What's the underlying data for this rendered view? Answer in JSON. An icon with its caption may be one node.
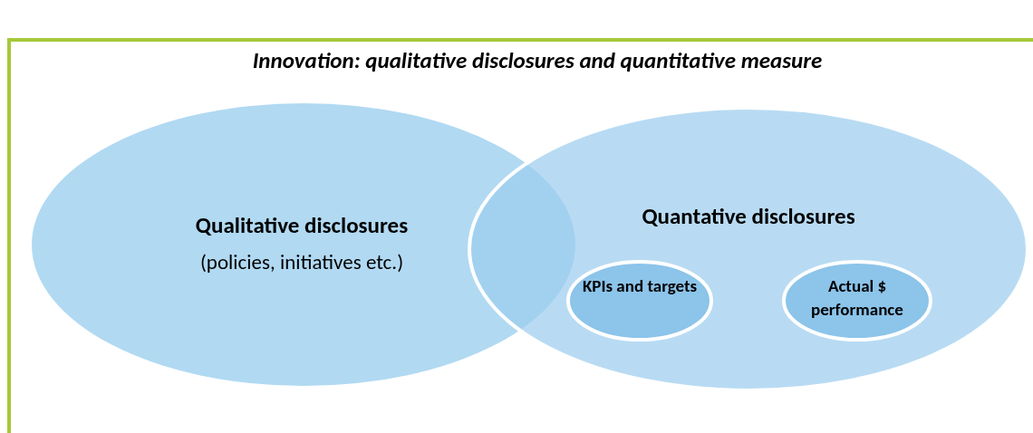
{
  "diagram": {
    "title": "Innovation: qualitative disclosures and quantitative measure",
    "nodes": [
      {
        "text": [
          "Qualitative disclosures",
          "(policies, initiatives etc.)"
        ]
      },
      {
        "text": [
          "Quantative disclosures"
        ]
      },
      {
        "text": [
          "KPIs and targets"
        ],
        "in": 1
      },
      {
        "text": [
          "Actual $ performance"
        ],
        "in": 1
      }
    ]
  }
}
